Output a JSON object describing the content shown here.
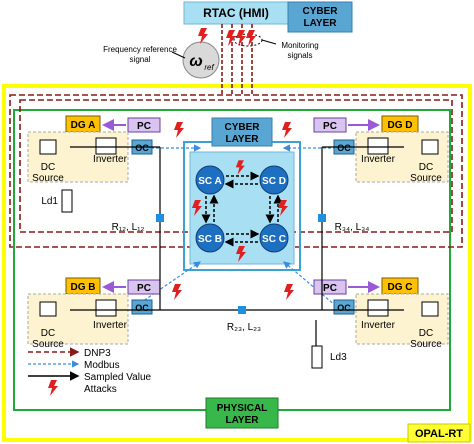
{
  "header": {
    "rtac_label": "RTAC (HMI)",
    "cyber_layer_label": "CYBER LAYER",
    "frequency_reference_label": "Frequency reference signal",
    "monitoring_signals_label": "Monitoring signals",
    "omega_ref_symbol": "ω",
    "omega_ref_subscript": "ref"
  },
  "cyber_center": {
    "label": "CYBER LAYER",
    "controllers": [
      "SC A",
      "SC B",
      "SC C",
      "SC D"
    ]
  },
  "generators": {
    "dg_a": {
      "name": "DG A",
      "pc": "PC",
      "oc": "OC",
      "dc_source": "DC Source",
      "inverter": "Inverter"
    },
    "dg_b": {
      "name": "DG B",
      "pc": "PC",
      "oc": "OC",
      "dc_source": "DC Source",
      "inverter": "Inverter"
    },
    "dg_c": {
      "name": "DG C",
      "pc": "PC",
      "oc": "OC",
      "dc_source": "DC Source",
      "inverter": "Inverter"
    },
    "dg_d": {
      "name": "DG D",
      "pc": "PC",
      "oc": "OC",
      "dc_source": "DC Source",
      "inverter": "Inverter"
    }
  },
  "network": {
    "ld1": "Ld1",
    "ld3": "Ld3",
    "r12_l12": "R₁₂, L₁₂",
    "r34_l34": "R₃₄, L₃₄",
    "r23_l23": "R₂₃, L₂₃"
  },
  "legend": {
    "dnp3": "DNP3",
    "modbus": "Modbus",
    "sampled_value": "Sampled Value",
    "attacks": "Attacks"
  },
  "footer": {
    "physical_layer": "PHYSICAL LAYER",
    "opal_rt": "OPAL-RT"
  },
  "colors": {
    "cyber_fill": "#9fd8ee",
    "dg_fill": "#ffc000",
    "pc_fill": "#d9c3ef",
    "sc_fill": "#1f6fc0",
    "physical_fill": "#38b84a",
    "opal_fill": "#ffff33",
    "outer_border": "#ffff00",
    "green_border": "#22a83a",
    "dnp3_line": "#8b1a1a",
    "modbus_line": "#3a8dde",
    "attack": "#e02020"
  }
}
